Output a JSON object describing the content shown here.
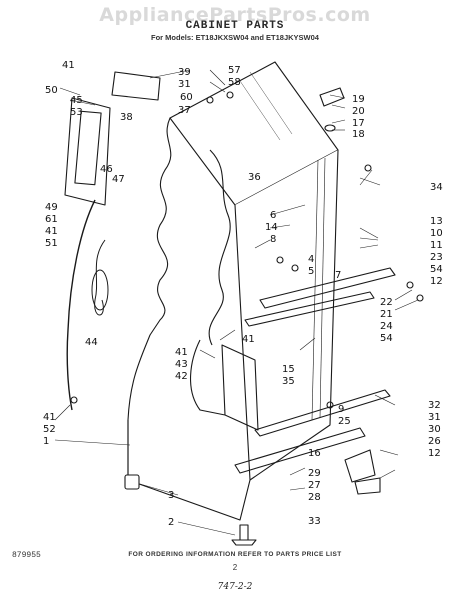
{
  "header": {
    "watermark": "AppliancePartsPros.com",
    "title": "CABINET PARTS",
    "models": "For Models: ET18JKXSW04 and ET18JKYSW04"
  },
  "footer": {
    "note": "FOR ORDERING INFORMATION REFER TO PARTS PRICE LIST",
    "page_number": "2",
    "doc_code": "879955",
    "handwritten_code": "747-2-2"
  },
  "callouts": {
    "c39": "39",
    "c31a": "31",
    "c41a": "41",
    "c57": "57",
    "c58": "58",
    "c50": "50",
    "c45": "45",
    "c53": "53",
    "c60": "60",
    "c38": "38",
    "c37": "37",
    "c19": "19",
    "c20": "20",
    "c17": "17",
    "c18": "18",
    "c46": "46",
    "c47": "47",
    "c49": "49",
    "c61": "61",
    "c41b": "41",
    "c51": "51",
    "c36": "36",
    "c34": "34",
    "c6": "6",
    "c14": "14",
    "c8": "8",
    "c4": "4",
    "c5": "5",
    "c7": "7",
    "c13": "13",
    "c10": "10",
    "c11": "11",
    "c23": "23",
    "c54a": "54",
    "c12a": "12",
    "c22": "22",
    "c21": "21",
    "c24": "24",
    "c54b": "54",
    "c44": "44",
    "c41c": "41",
    "c41d": "41",
    "c43": "43",
    "c42": "42",
    "c15": "15",
    "c35": "35",
    "c41e": "41",
    "c52": "52",
    "c1": "1",
    "c32": "32",
    "c9": "9",
    "c25": "25",
    "c31b": "31",
    "c30": "30",
    "c26": "26",
    "c12b": "12",
    "c16": "16",
    "c29": "29",
    "c27": "27",
    "c28": "28",
    "c33": "33",
    "c3": "3",
    "c2": "2"
  }
}
